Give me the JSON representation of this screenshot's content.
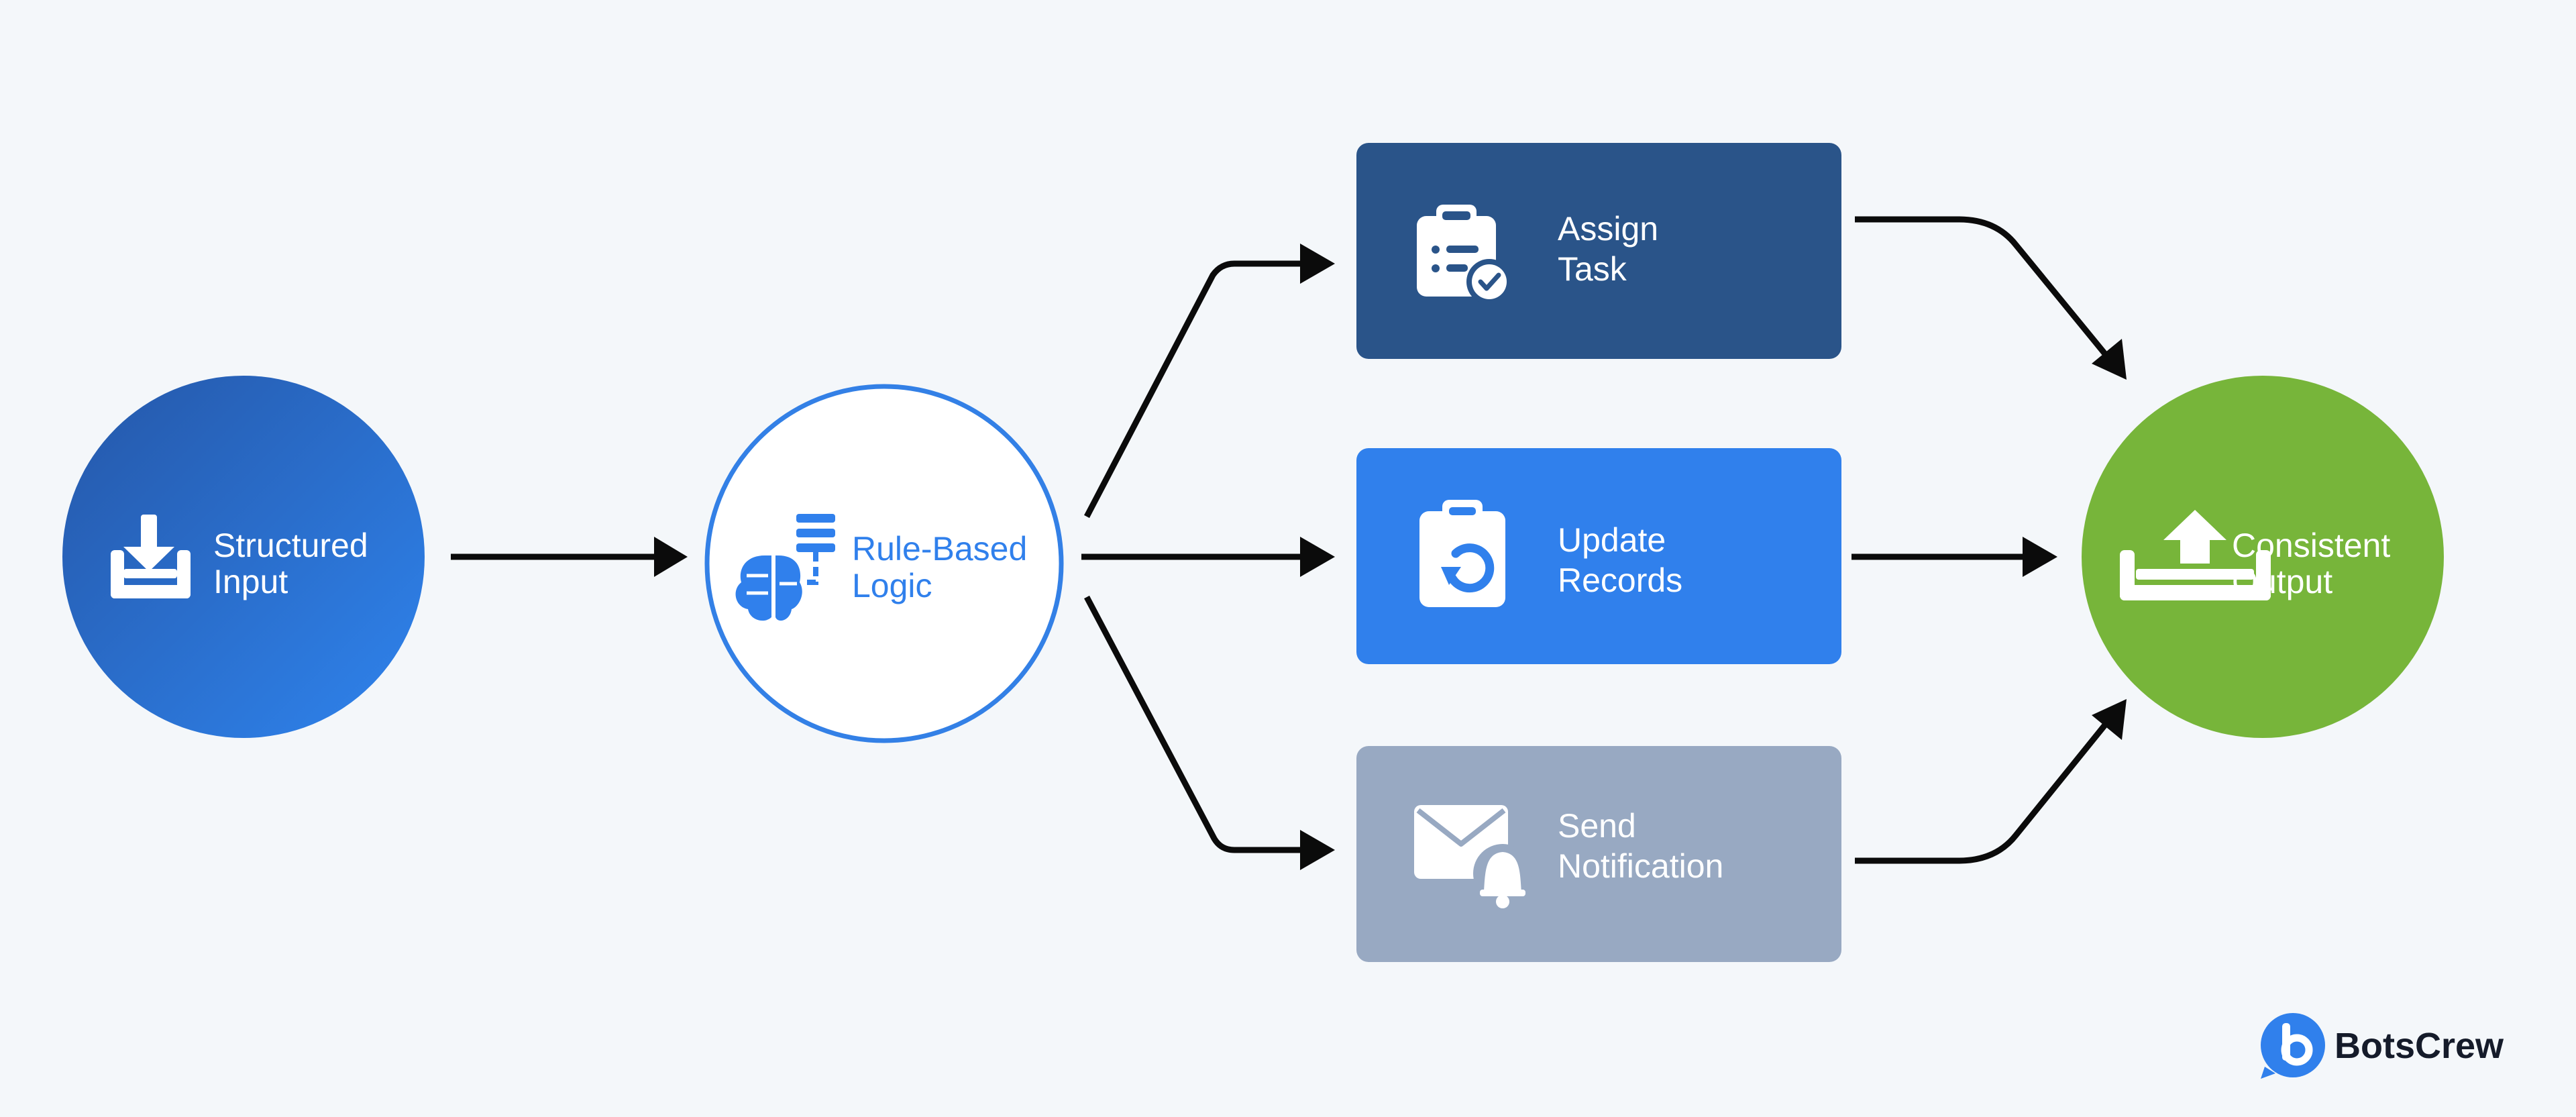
{
  "colors": {
    "background": "#f4f7fa",
    "dark_blue": "#2a5489",
    "bright_blue": "#3080ec",
    "gray_blue": "#98a9c2",
    "green": "#77b53a",
    "white": "#ffffff",
    "arrow": "#0b0b0b"
  },
  "nodes": {
    "input": {
      "line1": "Structured",
      "line2": "Input",
      "icon": "download-tray-icon"
    },
    "logic": {
      "line1": "Rule-Based",
      "line2": "Logic",
      "icon": "brain-flow-icon"
    },
    "assign": {
      "line1": "Assign",
      "line2": "Task",
      "icon": "clipboard-check-icon"
    },
    "update": {
      "line1": "Update",
      "line2": "Records",
      "icon": "clipboard-refresh-icon"
    },
    "notify": {
      "line1": "Send",
      "line2": "Notification",
      "icon": "mail-bell-icon"
    },
    "output": {
      "line1": "Consistent",
      "line2": "Output",
      "icon": "upload-tray-icon"
    }
  },
  "brand": {
    "name": "BotsCrew",
    "icon": "botscrew-logo-icon"
  }
}
